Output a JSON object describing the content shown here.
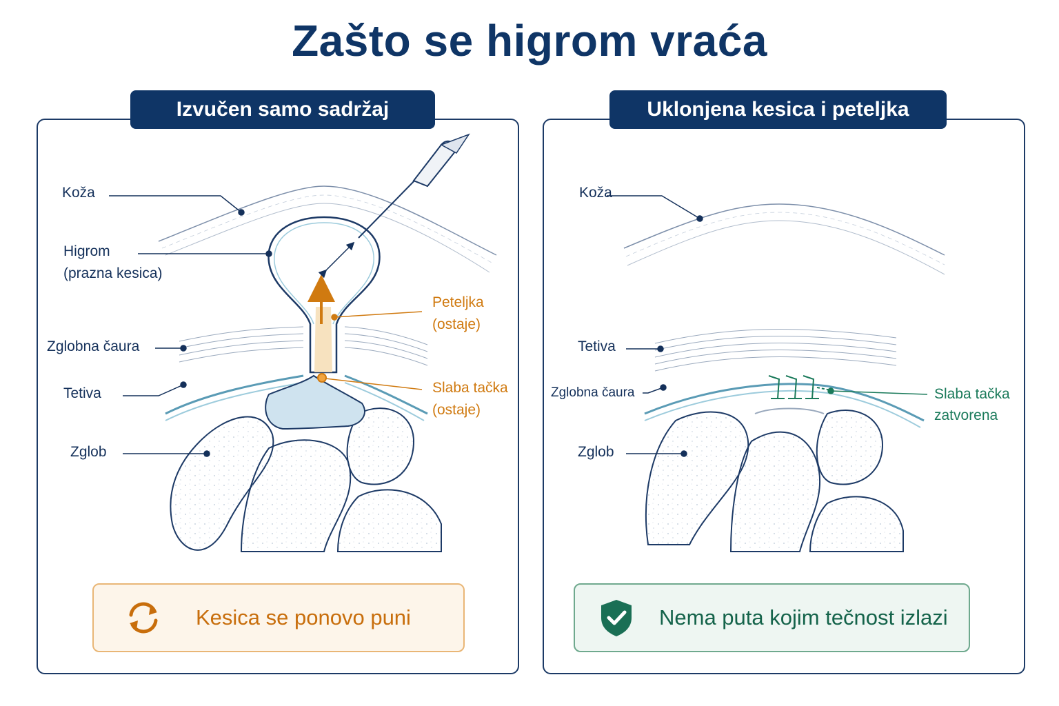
{
  "title": "Zašto se higrom vraća",
  "left_panel": {
    "header": "Izvučen samo sadržaj",
    "labels": {
      "koza": "Koža",
      "higrom_1": "Higrom",
      "higrom_2": "(prazna kesica)",
      "zglobna_caura": "Zglobna čaura",
      "tetiva": "Tetiva",
      "zglob": "Zglob",
      "peteljka_1": "Peteljka",
      "peteljka_2": "(ostaje)",
      "slaba_1": "Slaba tačka",
      "slaba_2": "(ostaje)"
    },
    "result": {
      "text": "Kesica se ponovo puni",
      "icon": "refresh-icon"
    }
  },
  "right_panel": {
    "header": "Uklonjena kesica i peteljka",
    "labels": {
      "koza": "Koža",
      "tetiva": "Tetiva",
      "zglobna_caura": "Zglobna čaura",
      "zglob": "Zglob",
      "slaba_1": "Slaba tačka",
      "slaba_2": "zatvorena"
    },
    "result": {
      "text": "Nema puta kojim tečnost izlazi",
      "icon": "shield-check-icon"
    }
  },
  "colors": {
    "navy": "#0f3566",
    "orange": "#d07a10",
    "green": "#1a7a5a",
    "cyst_fill": "#d6e8f3"
  }
}
